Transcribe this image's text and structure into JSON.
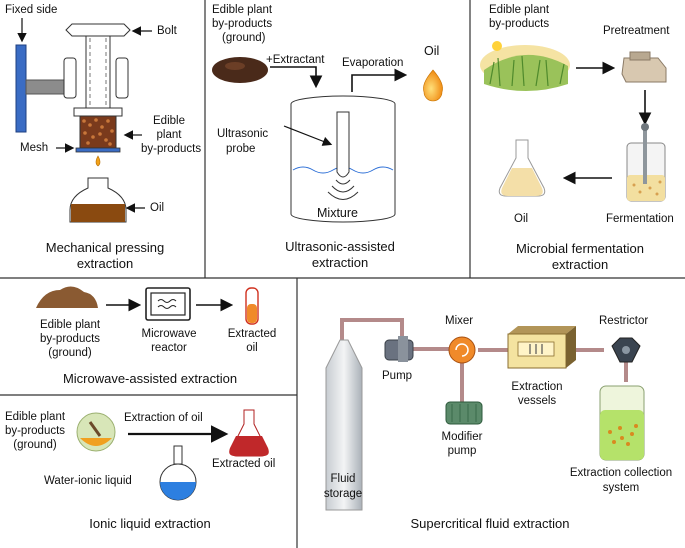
{
  "mechanical": {
    "fixed_side": "Fixed side",
    "bolt": "Bolt",
    "mesh": "Mesh",
    "plant_line1": "Edible",
    "plant_line2": "plant",
    "plant_line3": "by-products",
    "oil": "Oil",
    "title_line1": "Mechanical pressing",
    "title_line2": "extraction"
  },
  "ultrasonic": {
    "plant_line1": "Edible plant",
    "plant_line2": "by-products",
    "plant_line3": "(ground)",
    "extractant": "+Extractant",
    "evaporation": "Evaporation",
    "oil": "Oil",
    "probe_line1": "Ultrasonic",
    "probe_line2": "probe",
    "mixture": "Mixture",
    "title_line1": "Ultrasonic-assisted",
    "title_line2": "extraction"
  },
  "microbial": {
    "plant_line1": "Edible plant",
    "plant_line2": "by-products",
    "pretreatment": "Pretreatment",
    "oil": "Oil",
    "fermentation": "Fermentation",
    "title_line1": "Microbial fermentation",
    "title_line2": "extraction"
  },
  "microwave": {
    "plant_line1": "Edible plant",
    "plant_line2": "by-products",
    "plant_line3": "(ground)",
    "reactor_line1": "Microwave",
    "reactor_line2": "reactor",
    "extracted_line1": "Extracted",
    "extracted_line2": "oil",
    "title": "Microwave-assisted extraction"
  },
  "ionic": {
    "plant_line1": "Edible plant",
    "plant_line2": "by-products",
    "plant_line3": "(ground)",
    "extraction_of_oil": "Extraction of oil",
    "extracted_oil": "Extracted oil",
    "water_ionic": "Water-ionic liquid",
    "title": "Ionic liquid extraction"
  },
  "supercritical": {
    "mixer": "Mixer",
    "restrictor": "Restrictor",
    "pump": "Pump",
    "vessels_line1": "Extraction",
    "vessels_line2": "vessels",
    "modifier_line1": "Modifier",
    "modifier_line2": "pump",
    "storage_line1": "Fluid",
    "storage_line2": "storage",
    "collection_line1": "Extraction collection",
    "collection_line2": "system",
    "title": "Supercritical fluid extraction"
  },
  "colors": {
    "border": "#333333",
    "oil": "#8a4a10",
    "oil_drop": "#f2a21a",
    "pipe": "#b48a8a",
    "metal": "#9aa4ad",
    "blue_plate": "#3a6cc4",
    "green": "#5b8a6a",
    "orange": "#f08a2a",
    "flask_red": "#c0282a",
    "flask_blue": "#2d7fe0",
    "collection_green": "#b5e26a"
  }
}
